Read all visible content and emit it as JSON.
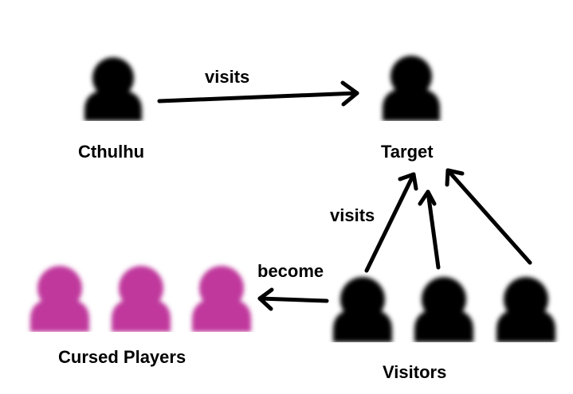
{
  "colors": {
    "person": "#000000",
    "cursed": "#c0399c",
    "arrow": "#000000",
    "text": "#000000"
  },
  "labels": {
    "cthulhu": "Cthulhu",
    "target": "Target",
    "cursed_players": "Cursed Players",
    "visitors": "Visitors",
    "visits_top": "visits",
    "visits_side": "visits",
    "become": "become"
  },
  "icons": {
    "person": "person-silhouette-icon"
  }
}
